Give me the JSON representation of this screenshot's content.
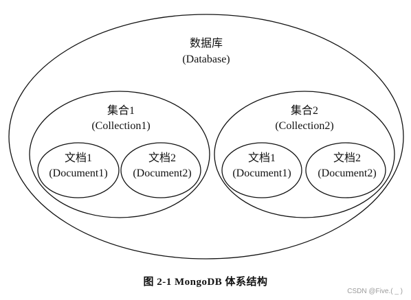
{
  "database": {
    "title_cn": "数据库",
    "title_en": "(Database)"
  },
  "collections": [
    {
      "title_cn": "集合1",
      "title_en": "(Collection1)",
      "documents": [
        {
          "title_cn": "文档1",
          "title_en": "(Document1)"
        },
        {
          "title_cn": "文档2",
          "title_en": "(Document2)"
        }
      ]
    },
    {
      "title_cn": "集合2",
      "title_en": "(Collection2)",
      "documents": [
        {
          "title_cn": "文档1",
          "title_en": "(Document1)"
        },
        {
          "title_cn": "文档2",
          "title_en": "(Document2)"
        }
      ]
    }
  ],
  "caption": "图 2-1    MongoDB 体系结构",
  "watermark": "CSDN @Five.(    _   )"
}
